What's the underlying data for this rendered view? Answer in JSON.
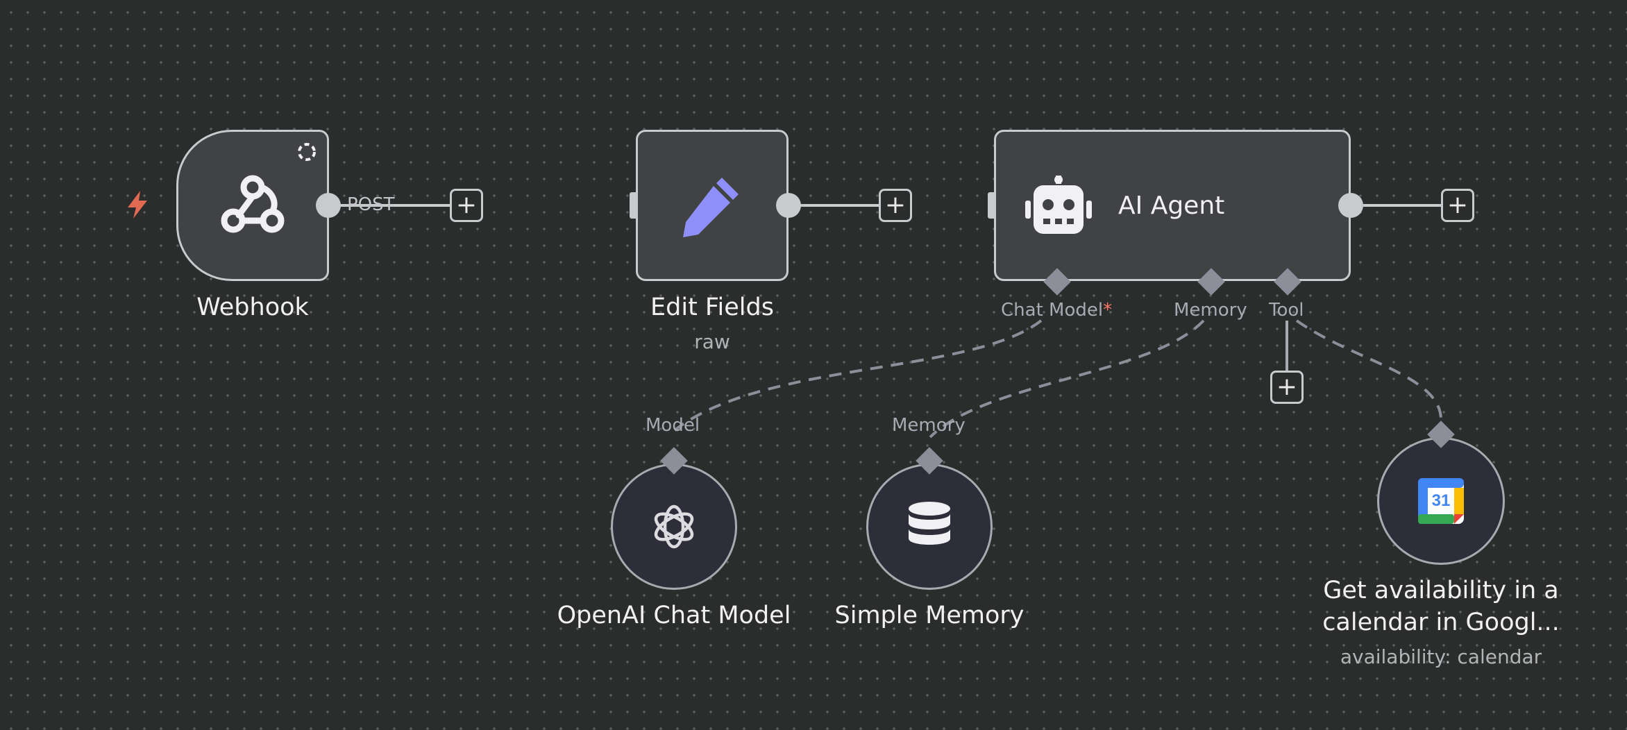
{
  "colors": {
    "canvas_bg": "#2b2c2c",
    "node_bg": "#414244",
    "node_border": "#c9cace",
    "sub_node_bg": "#2d2e3a",
    "edit_icon": "#8f8ff8",
    "trigger_icon": "#e06a52",
    "required_marker": "#ff7a6b"
  },
  "nodes": {
    "webhook": {
      "label": "Webhook",
      "icon": "webhook-icon",
      "output_label": "POST"
    },
    "edit_fields": {
      "label": "Edit Fields",
      "subtitle": "raw",
      "icon": "pencil-icon"
    },
    "ai_agent": {
      "label": "AI Agent",
      "icon": "robot-icon"
    },
    "openai_chat_model": {
      "label": "OpenAI Chat Model",
      "icon": "openai-icon"
    },
    "simple_memory": {
      "label": "Simple Memory",
      "icon": "database-icon"
    },
    "google_calendar": {
      "label_line1": "Get availability in a",
      "label_line2": "calendar in Googl...",
      "subtitle": "availability: calendar",
      "icon": "google-calendar-icon",
      "icon_text": "31"
    }
  },
  "ports": {
    "chat_model": "Chat Model",
    "chat_model_required": "*",
    "memory": "Memory",
    "tool": "Tool",
    "model_in": "Model",
    "memory_in": "Memory"
  },
  "add_button_symbol": "+"
}
